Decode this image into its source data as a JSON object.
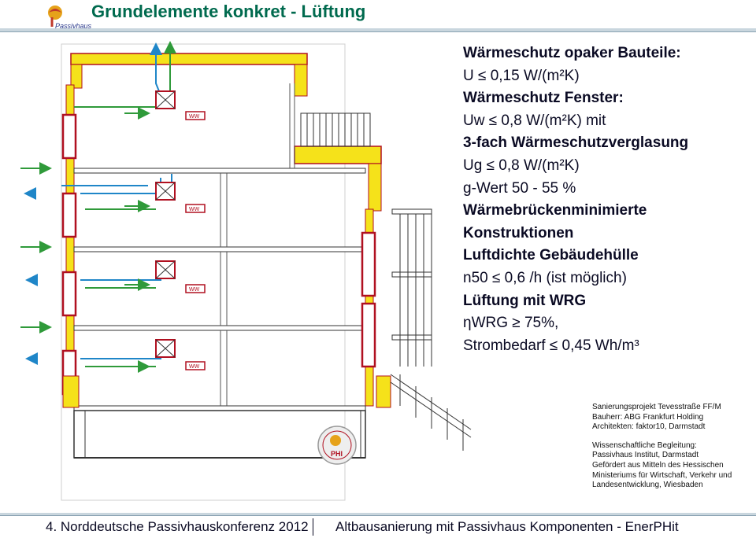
{
  "header": {
    "title": "Grundelemente konkret - Lüftung",
    "logo_text": "Passivhaus"
  },
  "specs": [
    {
      "text": "Wärmeschutz opaker Bauteile:",
      "bold": true
    },
    {
      "text": "U ≤ 0,15 W/(m²K)",
      "bold": false
    },
    {
      "text": "Wärmeschutz Fenster:",
      "bold": true
    },
    {
      "text": "Uw ≤ 0,8 W/(m²K) mit",
      "bold": false
    },
    {
      "text": "3-fach Wärmeschutzverglasung",
      "bold": true
    },
    {
      "text": "Ug ≤ 0,8 W/(m²K)",
      "bold": false
    },
    {
      "text": "g-Wert 50 - 55 %",
      "bold": false
    },
    {
      "text": "Wärmebrückenminimierte",
      "bold": true
    },
    {
      "text": "Konstruktionen",
      "bold": true
    },
    {
      "text": "Luftdichte Gebäudehülle",
      "bold": true
    },
    {
      "text": "n50 ≤ 0,6 /h (ist möglich)",
      "bold": false
    },
    {
      "text": "Lüftung mit WRG",
      "bold": true
    },
    {
      "text": "ηWRG ≥ 75%,",
      "bold": false
    },
    {
      "text": "Strombedarf ≤ 0,45 Wh/m³",
      "bold": false
    }
  ],
  "credits": [
    "Sanierungsprojekt Tevesstraße FF/M",
    "Bauherr: ABG Frankfurt Holding",
    "Architekten: faktor10, Darmstadt",
    "",
    "Wissenschaftliche Begleitung:",
    "Passivhaus Institut, Darmstadt",
    "Gefördert aus Mitteln des Hessischen",
    "Ministeriums für Wirtschaft, Verkehr und",
    "Landesentwicklung, Wiesbaden"
  ],
  "building": {
    "unit_label": "WW",
    "seal_text": "PHI"
  },
  "footer": {
    "left": "4. Norddeutsche Passivhauskonferenz 2012",
    "right": "Altbausanierung mit Passivhaus Komponenten - EnerPHit"
  },
  "colors": {
    "title": "#006a4e",
    "insulation": "#f5e21a",
    "wall_red": "#b01020",
    "supply_air": "#2f9a3a",
    "exhaust_air": "#1f86c8"
  }
}
